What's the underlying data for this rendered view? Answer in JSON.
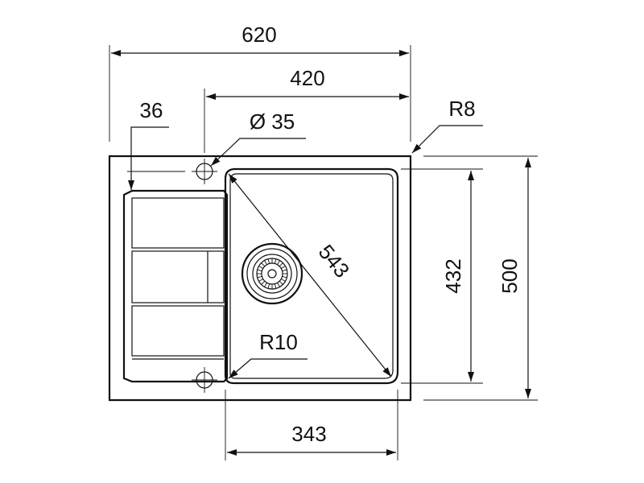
{
  "dimensions": {
    "overall_width": "620",
    "bowl_offset_width": "420",
    "tap_hole_offset": "36",
    "tap_hole_diameter": "Ø 35",
    "corner_radius_outer": "R8",
    "bowl_diagonal": "543",
    "inner_corner_radius": "R10",
    "bowl_width": "343",
    "bowl_depth": "432",
    "overall_depth": "500"
  }
}
